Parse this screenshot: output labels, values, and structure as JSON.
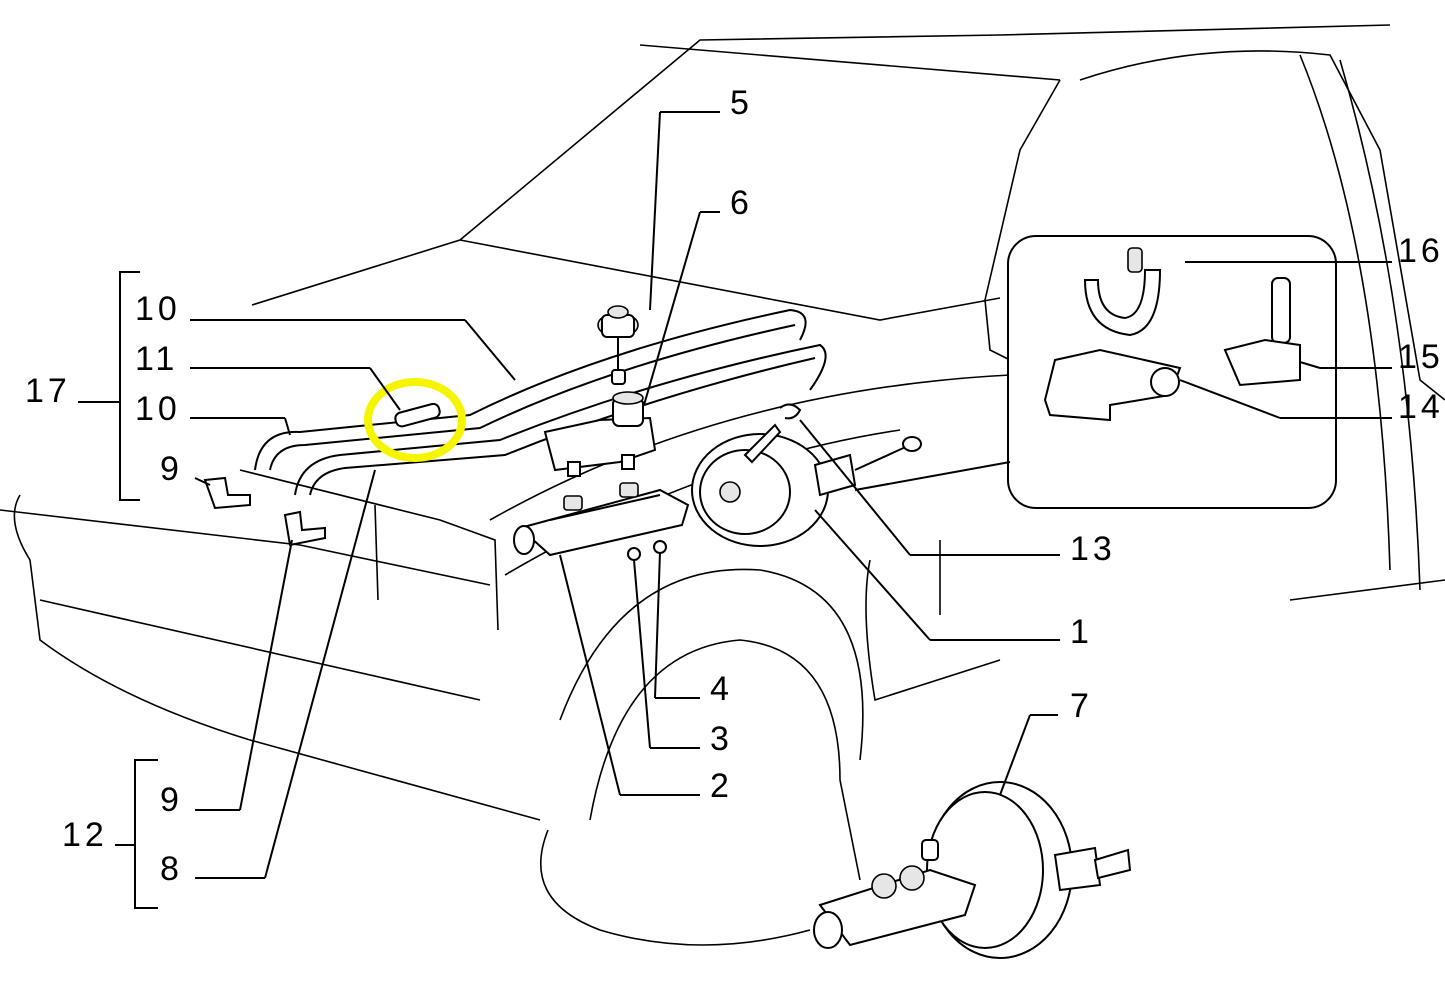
{
  "labels": {
    "l1": "1",
    "l2": "2",
    "l3": "3",
    "l4": "4",
    "l5": "5",
    "l6": "6",
    "l7": "7",
    "l8": "8",
    "l9a": "9",
    "l9b": "9",
    "l10a": "10",
    "l10b": "10",
    "l11": "11",
    "l12": "12",
    "l13": "13",
    "l14": "14",
    "l15": "15",
    "l16": "16",
    "l17": "17"
  },
  "highlight": {
    "color": "#f5f500",
    "part": "11"
  }
}
